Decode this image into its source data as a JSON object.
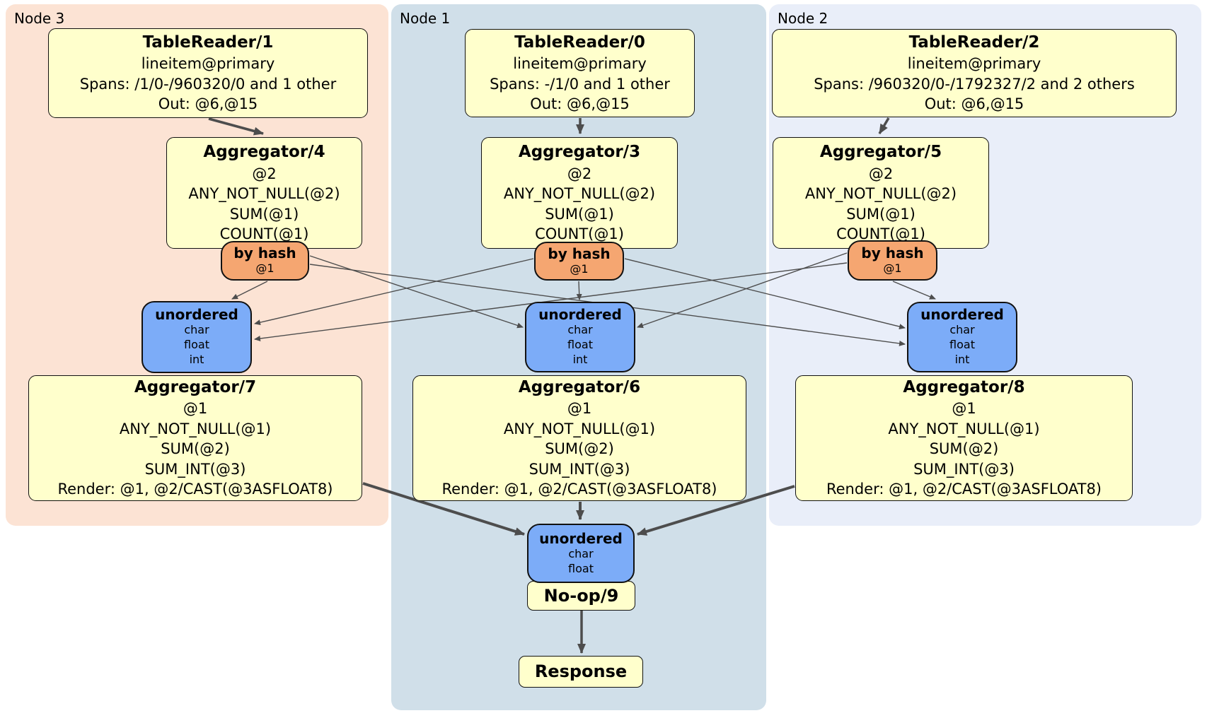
{
  "regions": [
    {
      "id": "node3",
      "label": "Node 3",
      "color": "#fce3d4"
    },
    {
      "id": "node1",
      "label": "Node 1",
      "color": "#d0dfe9"
    },
    {
      "id": "node2",
      "label": "Node 2",
      "color": "#e9eef9"
    }
  ],
  "colors": {
    "processor_fill": "#ffffcc",
    "router_fill": "#f5a671",
    "sync_fill": "#7cacf8",
    "edge": "#4d4d4d",
    "border": "#111111",
    "page_background": "#ffffff"
  },
  "processors": {
    "tr1": {
      "title": "TableReader/1",
      "lines": [
        "lineitem@primary",
        "Spans: /1/0-/960320/0 and 1 other",
        "Out: @6,@15"
      ]
    },
    "tr0": {
      "title": "TableReader/0",
      "lines": [
        "lineitem@primary",
        "Spans: -/1/0 and 1 other",
        "Out: @6,@15"
      ]
    },
    "tr2": {
      "title": "TableReader/2",
      "lines": [
        "lineitem@primary",
        "Spans: /960320/0-/1792327/2 and 2 others",
        "Out: @6,@15"
      ]
    },
    "agg4": {
      "title": "Aggregator/4",
      "lines": [
        "@2",
        "ANY_NOT_NULL(@2)",
        "SUM(@1)",
        "COUNT(@1)"
      ]
    },
    "agg3": {
      "title": "Aggregator/3",
      "lines": [
        "@2",
        "ANY_NOT_NULL(@2)",
        "SUM(@1)",
        "COUNT(@1)"
      ]
    },
    "agg5": {
      "title": "Aggregator/5",
      "lines": [
        "@2",
        "ANY_NOT_NULL(@2)",
        "SUM(@1)",
        "COUNT(@1)"
      ]
    },
    "agg7": {
      "title": "Aggregator/7",
      "lines": [
        "@1",
        "ANY_NOT_NULL(@1)",
        "SUM(@2)",
        "SUM_INT(@3)",
        "Render: @1, @2/CAST(@3ASFLOAT8)"
      ]
    },
    "agg6": {
      "title": "Aggregator/6",
      "lines": [
        "@1",
        "ANY_NOT_NULL(@1)",
        "SUM(@2)",
        "SUM_INT(@3)",
        "Render: @1, @2/CAST(@3ASFLOAT8)"
      ]
    },
    "agg8": {
      "title": "Aggregator/8",
      "lines": [
        "@1",
        "ANY_NOT_NULL(@1)",
        "SUM(@2)",
        "SUM_INT(@3)",
        "Render: @1, @2/CAST(@3ASFLOAT8)"
      ]
    },
    "noop": {
      "title": "No-op/9"
    },
    "response": {
      "title": "Response"
    }
  },
  "routers": {
    "byhash3": {
      "title": "by hash",
      "lines": [
        "@1"
      ]
    },
    "byhash1": {
      "title": "by hash",
      "lines": [
        "@1"
      ]
    },
    "byhash2": {
      "title": "by hash",
      "lines": [
        "@1"
      ]
    }
  },
  "syncs": {
    "unord3": {
      "title": "unordered",
      "lines": [
        "char",
        "float",
        "int"
      ]
    },
    "unord1": {
      "title": "unordered",
      "lines": [
        "char",
        "float",
        "int"
      ]
    },
    "unord2": {
      "title": "unordered",
      "lines": [
        "char",
        "float",
        "int"
      ]
    },
    "unordF": {
      "title": "unordered",
      "lines": [
        "char",
        "float"
      ]
    }
  },
  "edges": [
    {
      "from": "TableReader/1",
      "to": "Aggregator/4"
    },
    {
      "from": "TableReader/0",
      "to": "Aggregator/3"
    },
    {
      "from": "TableReader/2",
      "to": "Aggregator/5"
    },
    {
      "from": "by hash (Node 3)",
      "to": "unordered (Node 3)"
    },
    {
      "from": "by hash (Node 3)",
      "to": "unordered (Node 1)"
    },
    {
      "from": "by hash (Node 3)",
      "to": "unordered (Node 2)"
    },
    {
      "from": "by hash (Node 1)",
      "to": "unordered (Node 3)"
    },
    {
      "from": "by hash (Node 1)",
      "to": "unordered (Node 1)"
    },
    {
      "from": "by hash (Node 1)",
      "to": "unordered (Node 2)"
    },
    {
      "from": "by hash (Node 2)",
      "to": "unordered (Node 3)"
    },
    {
      "from": "by hash (Node 2)",
      "to": "unordered (Node 1)"
    },
    {
      "from": "by hash (Node 2)",
      "to": "unordered (Node 2)"
    },
    {
      "from": "Aggregator/7",
      "to": "unordered (final)"
    },
    {
      "from": "Aggregator/6",
      "to": "unordered (final)"
    },
    {
      "from": "Aggregator/8",
      "to": "unordered (final)"
    },
    {
      "from": "No-op/9",
      "to": "Response"
    }
  ]
}
